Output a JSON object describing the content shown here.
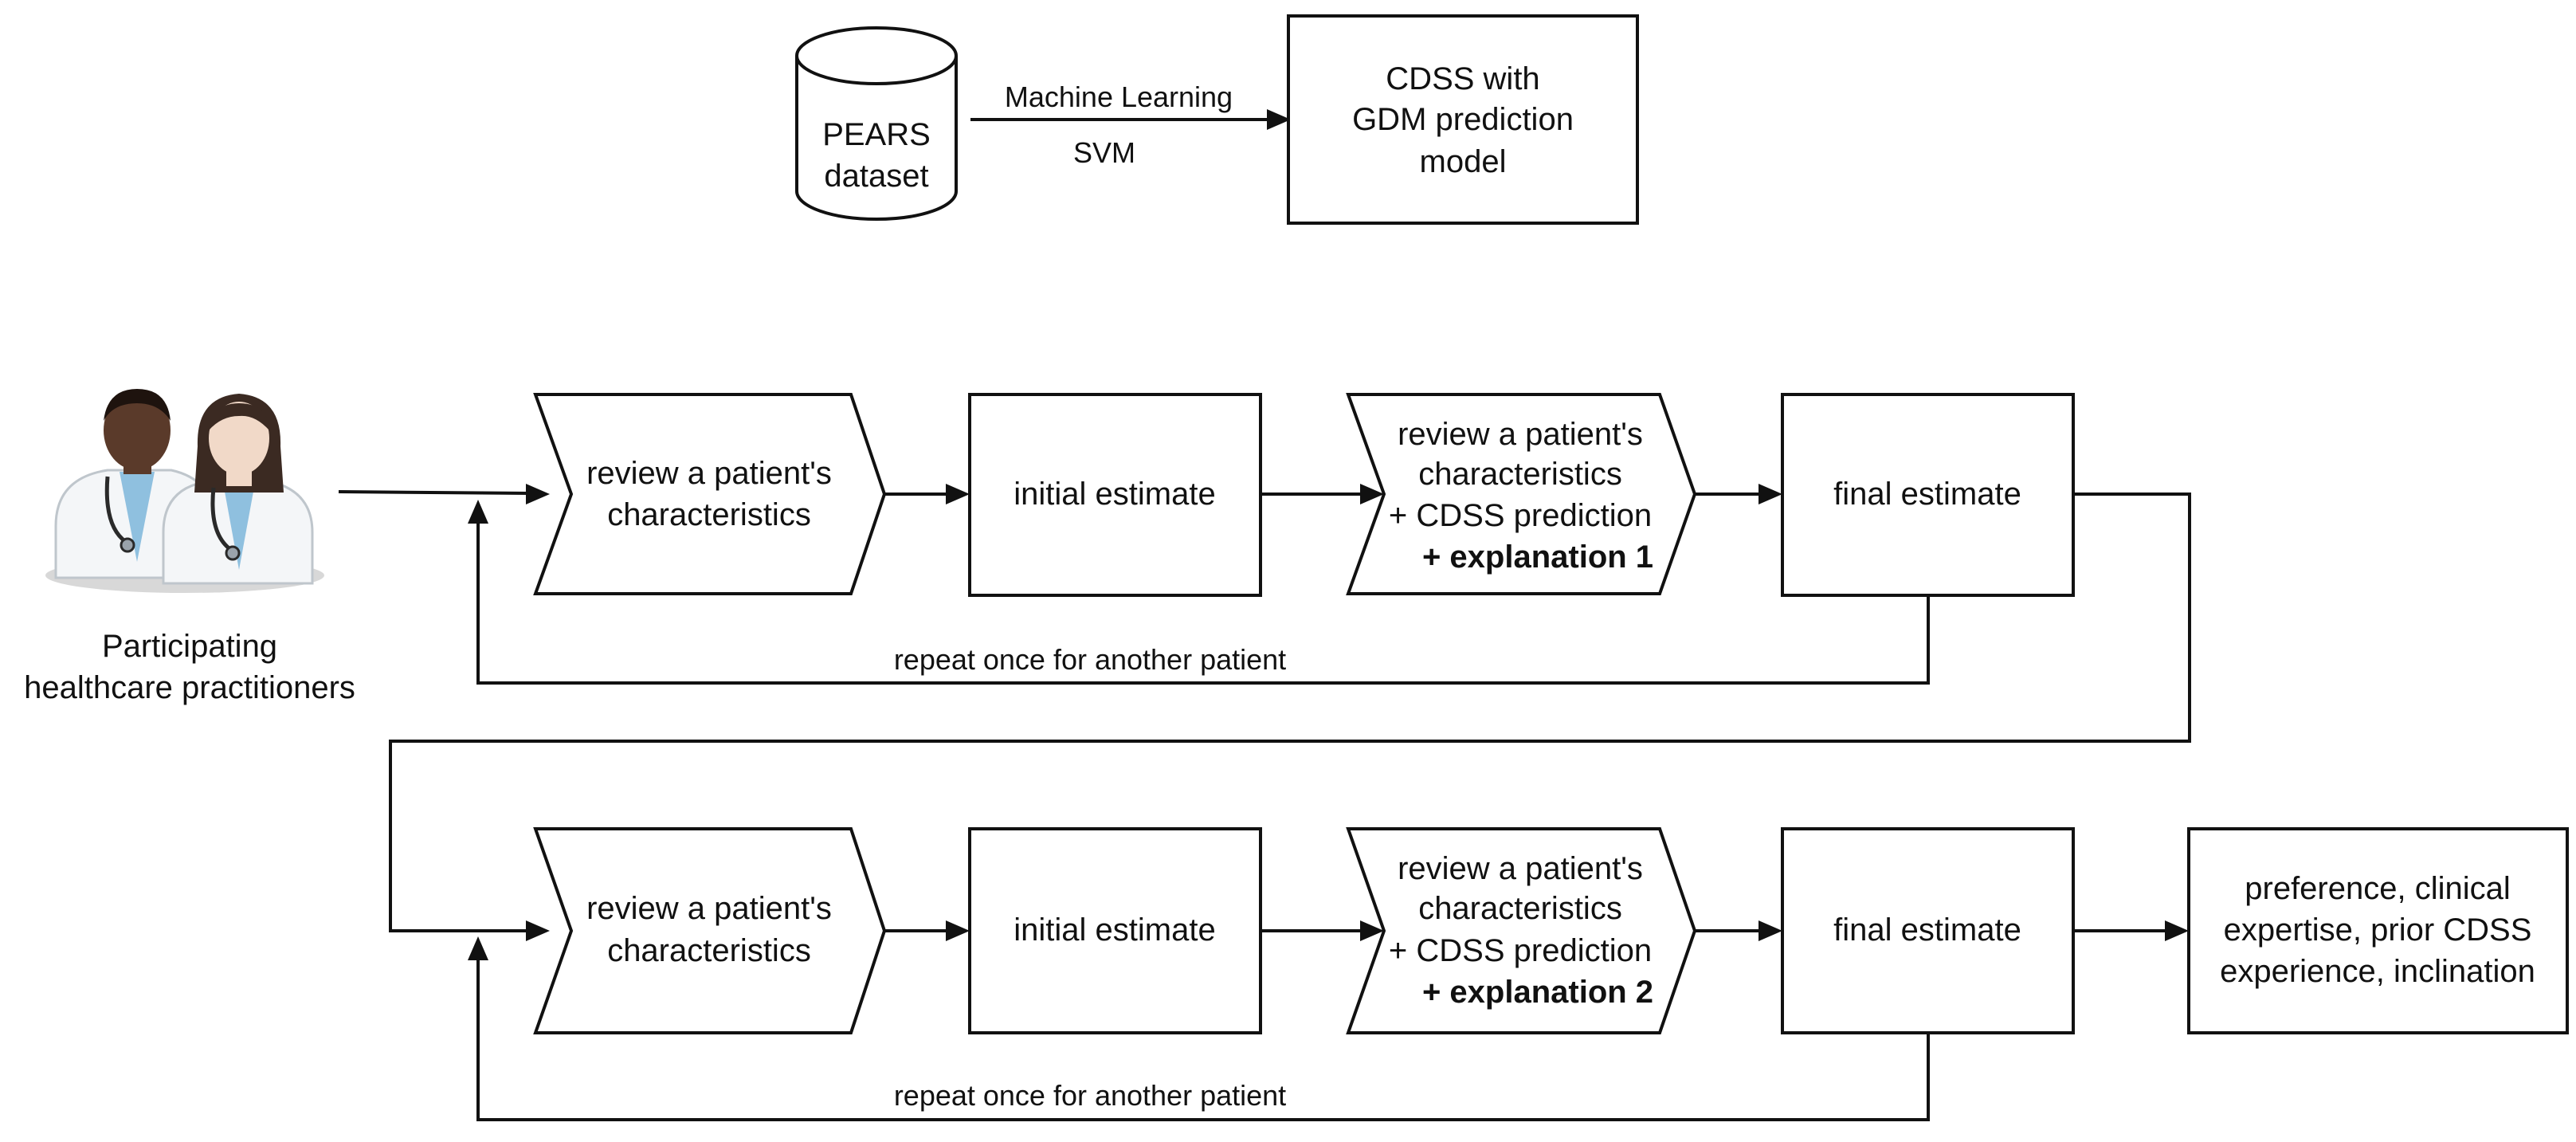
{
  "colors": {
    "stroke": "#111111",
    "background": "#ffffff",
    "skin_dark": "#5a3a2a",
    "skin_light": "#f1d9c8",
    "coat": "#f4f6f8",
    "scrubs": "#8fc0df",
    "hair": "#3b2a22"
  },
  "top": {
    "database": {
      "lines": [
        "PEARS",
        "dataset"
      ]
    },
    "arrow": {
      "above": "Machine Learning",
      "below": "SVM"
    },
    "model_box": {
      "lines": [
        "CDSS with",
        "GDM prediction",
        "model"
      ]
    }
  },
  "participants": {
    "icon": "healthcare-practitioners-icon",
    "lines": [
      "Participating",
      "healthcare practitioners"
    ]
  },
  "rows": [
    {
      "review": {
        "lines": [
          "review a patient's",
          "characteristics"
        ]
      },
      "initial": {
        "label": "initial estimate"
      },
      "review_cdss": {
        "lines": [
          "review a patient's",
          "characteristics",
          "+ CDSS prediction"
        ],
        "bold_prefix": "+ ",
        "bold_text": "explanation 1"
      },
      "final": {
        "label": "final estimate"
      },
      "loop_label": "repeat once for another patient"
    },
    {
      "review": {
        "lines": [
          "review a patient's",
          "characteristics"
        ]
      },
      "initial": {
        "label": "initial estimate"
      },
      "review_cdss": {
        "lines": [
          "review a patient's",
          "characteristics",
          "+ CDSS prediction"
        ],
        "bold_prefix": "+ ",
        "bold_text": "explanation 2"
      },
      "final": {
        "label": "final estimate"
      },
      "loop_label": "repeat once for another patient"
    }
  ],
  "outcome_box": {
    "lines": [
      "preference, clinical",
      "expertise, prior CDSS",
      "experience, inclination"
    ]
  }
}
